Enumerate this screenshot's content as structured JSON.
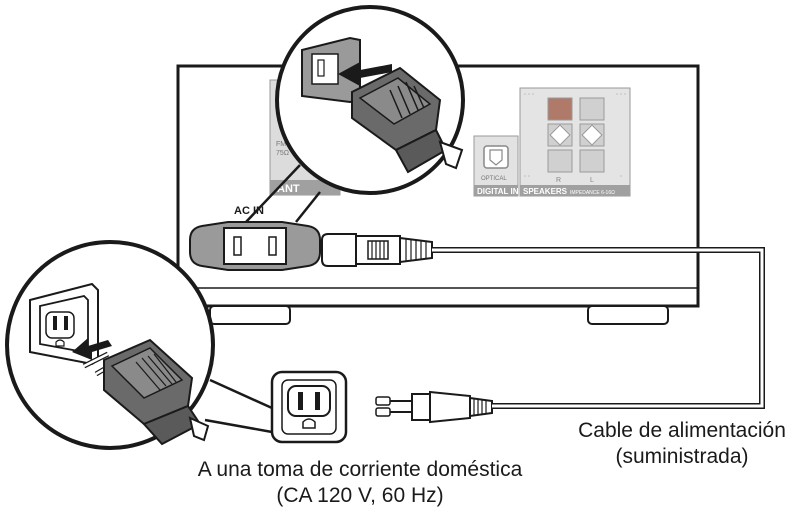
{
  "labels": {
    "ac_in": "AC IN",
    "antenna_partial": "ANT",
    "antenna_fm": "FM",
    "antenna_ohm": "75Ω",
    "optical": "OPTICAL",
    "digital_in": "DIGITAL IN",
    "speakers": "SPEAKERS",
    "speakers_impedance": "IMPEDANCE 6-16Ω",
    "speaker_r": "R",
    "speaker_l": "L"
  },
  "captions": {
    "cable_line1": "Cable de alimentación",
    "cable_line2": "(suministrada)",
    "outlet_line1": "A una toma de corriente doméstica",
    "outlet_line2": "(CA 120 V, 60 Hz)"
  },
  "colors": {
    "line": "#1a1a1a",
    "panel_gray": "#b8b8b8",
    "inlet_gray": "#9a9a9a",
    "plug_dark": "#555555",
    "label_bg": "#a0a0a0"
  },
  "icons": {
    "ac_inlet": "ac-inlet-icon",
    "wall_outlet": "wall-outlet-icon",
    "iec_plug": "iec-plug-icon",
    "us_plug": "us-plug-icon",
    "insert_arrow": "insert-arrow-icon"
  }
}
